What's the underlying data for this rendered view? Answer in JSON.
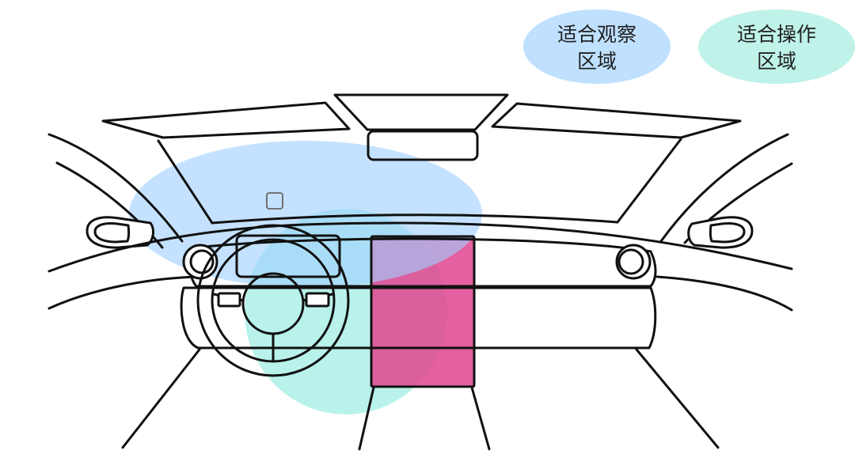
{
  "legend": {
    "observe": {
      "line1": "适合观察",
      "line2": "区域",
      "color": "#bfe0ff"
    },
    "operate": {
      "line1": "适合操作",
      "line2": "区域",
      "color": "#bff2e8"
    }
  },
  "colors": {
    "observe_zone": "#9fd0ff",
    "operate_zone": "#7fe8d9",
    "screen": "#e0448f",
    "outline": "#111111"
  },
  "icons": {
    "windshield_hud": "hud-square-icon"
  }
}
